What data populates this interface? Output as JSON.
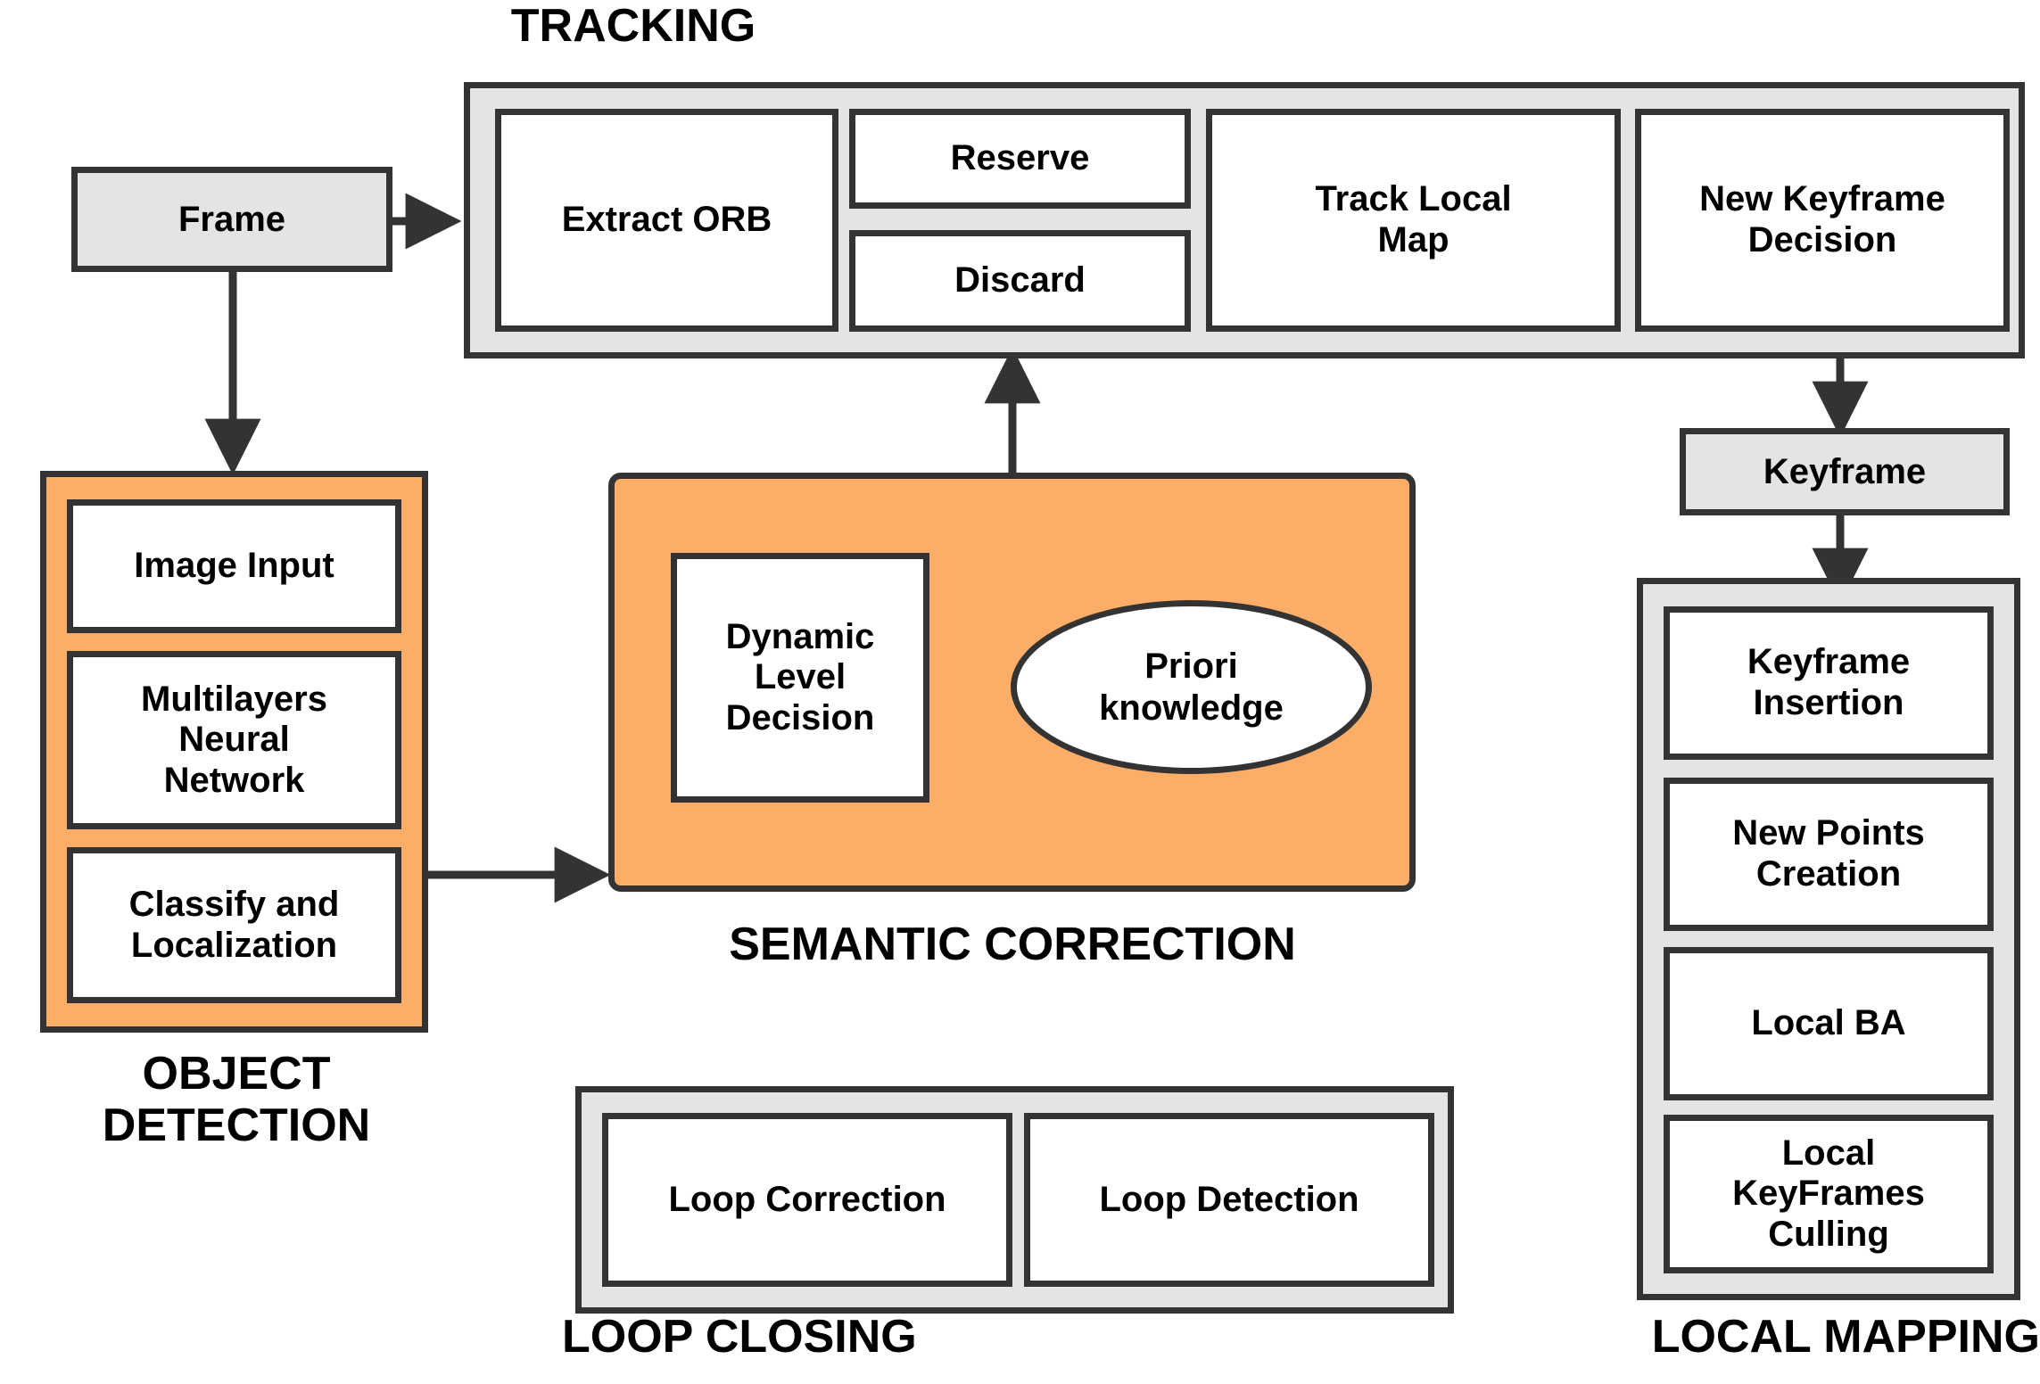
{
  "diagram": {
    "title_visible": false,
    "colors": {
      "stroke": "#333333",
      "group_fill": "#e4e4e4",
      "leaf_fill": "#ffffff",
      "accent_orange": "#fcae68",
      "text": "#000000",
      "background": "#ffffff"
    }
  },
  "sections": {
    "tracking": {
      "label": "TRACKING",
      "boxes": {
        "extract_orb": "Extract ORB",
        "reserve": "Reserve",
        "discard": "Discard",
        "track_local_map": "Track Local\nMap",
        "new_keyframe_decision": "New Keyframe\nDecision"
      }
    },
    "object_detection": {
      "label": "OBJECT\nDETECTION",
      "boxes": {
        "image_input": "Image Input",
        "multilayers_neural_network": "Multilayers\nNeural\nNetwork",
        "classify_and_localization": "Classify and\nLocalization"
      }
    },
    "semantic_correction": {
      "label": "SEMANTIC CORRECTION",
      "boxes": {
        "dynamic_level_decision": "Dynamic\nLevel\nDecision",
        "priori_knowledge": "Priori\nknowledge"
      }
    },
    "loop_closing": {
      "label": "LOOP CLOSING",
      "boxes": {
        "loop_correction": "Loop Correction",
        "loop_detection": "Loop Detection"
      }
    },
    "local_mapping": {
      "label": "LOCAL MAPPING",
      "boxes": {
        "keyframe_insertion": "Keyframe\nInsertion",
        "new_points_creation": "New Points\nCreation",
        "local_ba": "Local BA",
        "local_keyframes_culling": "Local\nKeyFrames\nCulling"
      }
    }
  },
  "nodes": {
    "frame": "Frame",
    "keyframe": "Keyframe"
  },
  "edges": [
    {
      "name": "frame-to-tracking",
      "from": "frame",
      "to": "tracking",
      "direction": "right"
    },
    {
      "name": "frame-to-object-detection",
      "from": "frame",
      "to": "object_detection",
      "direction": "down"
    },
    {
      "name": "classify-to-semantic-correction",
      "from": "classify_and_localization",
      "to": "semantic_correction",
      "direction": "right"
    },
    {
      "name": "semantic-correction-to-discard",
      "from": "semantic_correction",
      "to": "discard",
      "direction": "up"
    },
    {
      "name": "new-keyframe-decision-to-keyframe",
      "from": "new_keyframe_decision",
      "to": "keyframe",
      "direction": "down"
    },
    {
      "name": "keyframe-to-local-mapping",
      "from": "keyframe",
      "to": "local_mapping",
      "direction": "down"
    }
  ]
}
